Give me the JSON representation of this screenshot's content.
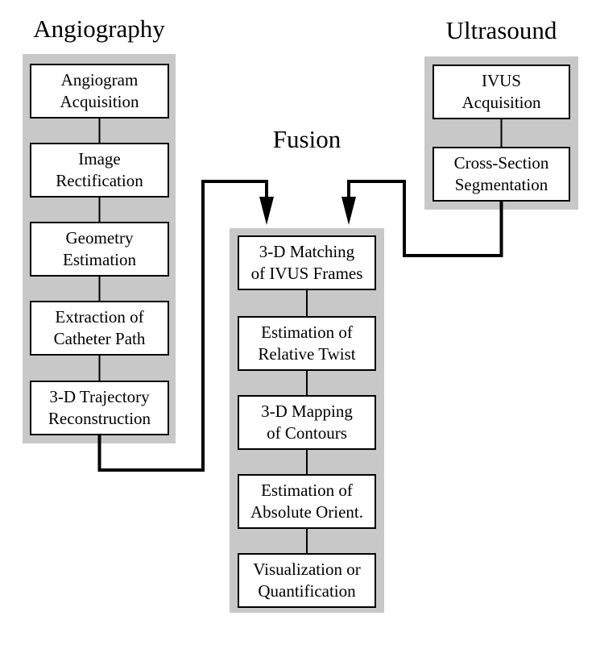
{
  "diagram": {
    "angiography": {
      "title": "Angiography",
      "boxes": [
        "Angiogram\nAcquisition",
        "Image\nRectification",
        "Geometry\nEstimation",
        "Extraction of\nCatheter Path",
        "3-D Trajectory\nReconstruction"
      ]
    },
    "ultrasound": {
      "title": "Ultrasound",
      "boxes": [
        "IVUS\nAcquisition",
        "Cross-Section\nSegmentation"
      ]
    },
    "fusion": {
      "title": "Fusion",
      "boxes": [
        "3-D Matching\nof IVUS Frames",
        "Estimation of\nRelative Twist",
        "3-D Mapping\nof Contours",
        "Estimation of\nAbsolute Orient.",
        "Visualization or\nQuantification"
      ]
    },
    "connections": [
      {
        "from": "3-D Trajectory Reconstruction",
        "to": "3-D Matching of IVUS Frames"
      },
      {
        "from": "Cross-Section Segmentation",
        "to": "3-D Matching of IVUS Frames"
      }
    ],
    "colors": {
      "panel_gray": "#c8c8c8",
      "line": "#000000",
      "box_background": "#ffffff"
    }
  }
}
